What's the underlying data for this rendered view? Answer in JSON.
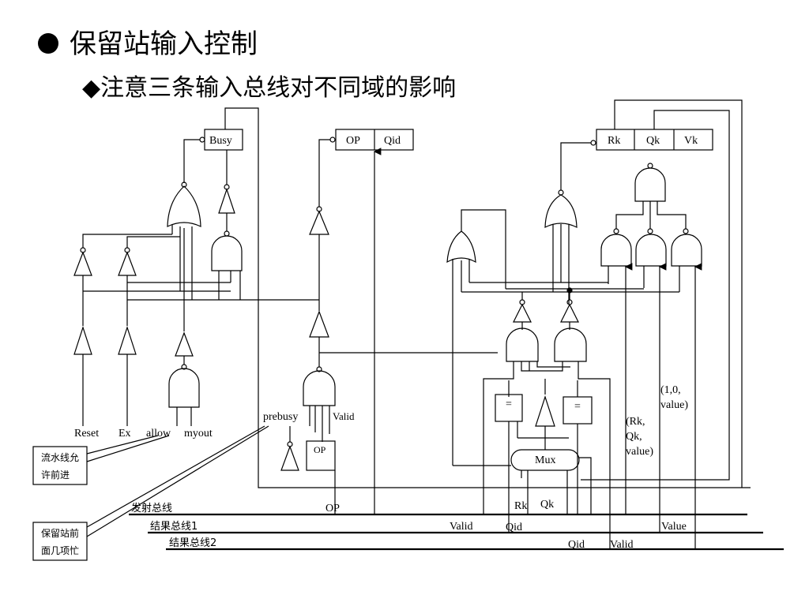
{
  "title": {
    "bullet_icon": "filled-circle",
    "text": "保留站输入控制"
  },
  "subtitle": {
    "bullet_icon": "diamond",
    "text": "◆注意三条输入总线对不同域的影响"
  },
  "registers": {
    "busy": "Busy",
    "op": "OP",
    "qid": "Qid",
    "rk": "Rk",
    "qk": "Qk",
    "vk": "Vk"
  },
  "signals": {
    "reset": "Reset",
    "ex": "Ex",
    "allow": "allow",
    "myout": "myout",
    "prebusy": "prebusy",
    "valid_gate": "Valid",
    "op_box": "OP",
    "eq1": "=",
    "eq2": "=",
    "mux": "Mux",
    "rkqk_value_1": "(Rk,",
    "rkqk_value_2": "Qk,",
    "rkqk_value_3": "value)",
    "const_value_1": "(1,0,",
    "const_value_2": "value)"
  },
  "bus_labels": {
    "issue_bus": "发射总线",
    "result_bus_1": "结果总线1",
    "result_bus_2": "结果总线2",
    "op": "OP",
    "rk": "Rk",
    "qk": "Qk",
    "valid_1": "Valid",
    "qid_1": "Qid",
    "value": "Value",
    "qid_2": "Qid",
    "valid_2": "Valid"
  },
  "callouts": {
    "pipeline_line1": "流水线允",
    "pipeline_line2": "许前进",
    "station_line1": "保留站前",
    "station_line2": "面几项忙"
  }
}
